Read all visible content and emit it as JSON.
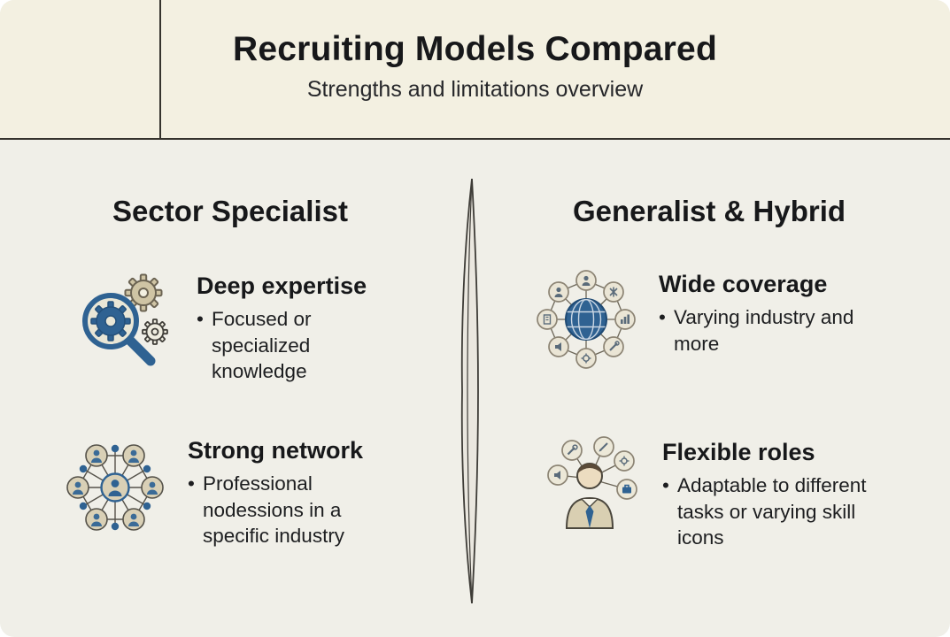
{
  "header": {
    "title": "Recruiting Models Compared",
    "subtitle": "Strengths and limitations overview"
  },
  "ui": {
    "bullet_char": "•"
  },
  "columns": [
    {
      "heading": "Sector Specialist",
      "items": [
        {
          "icon": "magnifier-gears-icon",
          "title": "Deep expertise",
          "bullet": "Focused or specialized knowledge"
        },
        {
          "icon": "people-network-icon",
          "title": "Strong network",
          "bullet": "Professional nodessions in a specific industry"
        }
      ]
    },
    {
      "heading": "Generalist & Hybrid",
      "items": [
        {
          "icon": "globe-network-icon",
          "title": "Wide coverage",
          "bullet": "Varying industry and more"
        },
        {
          "icon": "person-skills-icon",
          "title": "Flexible roles",
          "bullet": "Adaptable to different tasks or varying skill icons"
        }
      ]
    }
  ],
  "colors": {
    "header_bg": "#f3f0e1",
    "body_bg": "#f0efe8",
    "text": "#17181a",
    "accent_blue": "#2f6292",
    "accent_tan": "#d9d0b6",
    "line": "#35332d"
  }
}
